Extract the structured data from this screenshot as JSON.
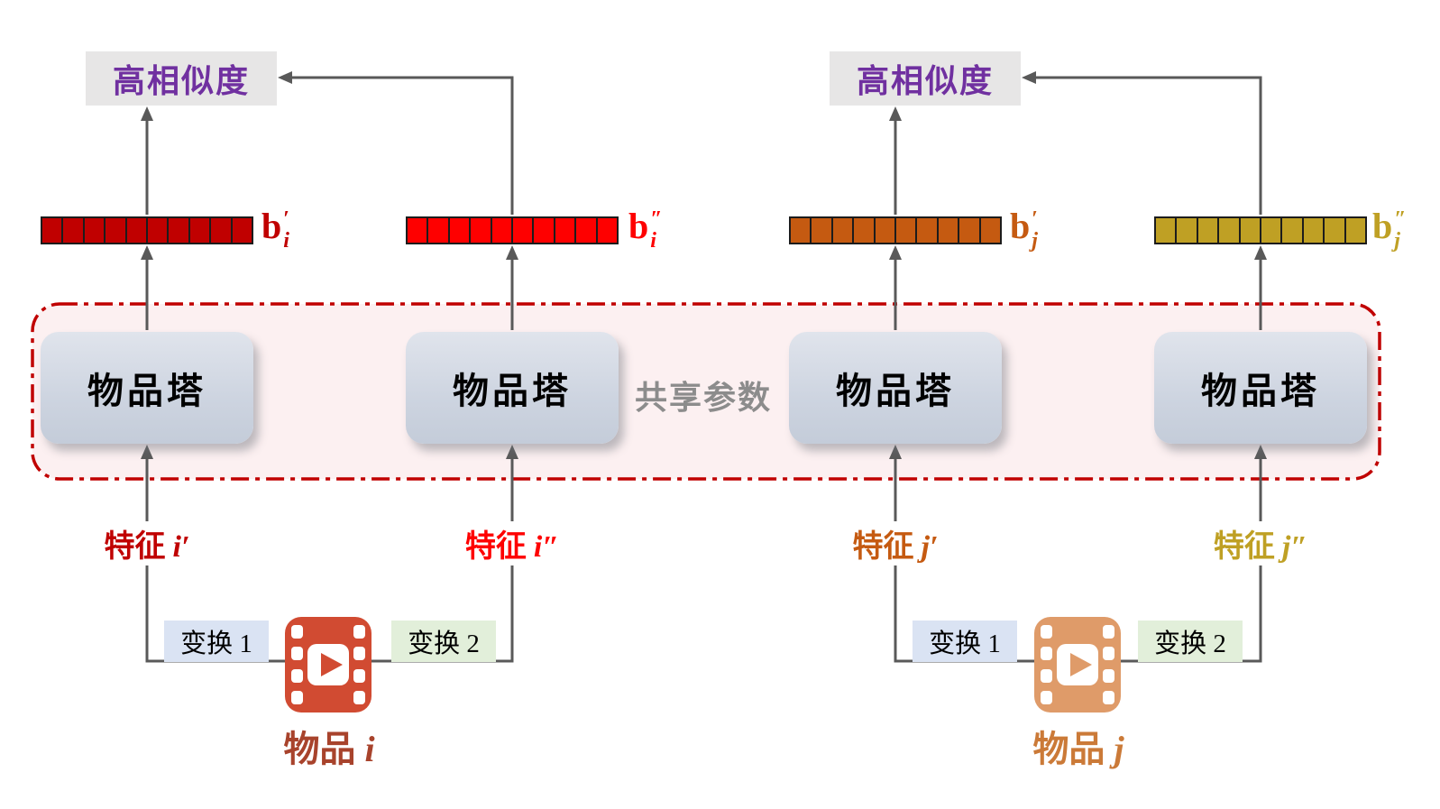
{
  "colors": {
    "arrow": "#595959",
    "region_border": "#c00000",
    "region_fill": "#fcf0f1",
    "similarity_text": "#7030a0",
    "similarity_bg": "#e7e6e6",
    "shared_text": "#8c8c8c",
    "transform1_bg": "#dae3f3",
    "transform2_bg": "#e2efda",
    "tower_bg": "#ccd3df",
    "cell_border": "#1c1c1c"
  },
  "similarity": {
    "label": "高相似度"
  },
  "towers": {
    "label": "物品塔",
    "count": 4
  },
  "shared_params_label": "共享参数",
  "vectors": [
    {
      "base": "b",
      "primes": "′",
      "sub": "i",
      "cells": 10,
      "color": "#c00000"
    },
    {
      "base": "b",
      "primes": "″",
      "sub": "i",
      "cells": 10,
      "color": "#fe0000"
    },
    {
      "base": "b",
      "primes": "′",
      "sub": "j",
      "cells": 10,
      "color": "#c55a11"
    },
    {
      "base": "b",
      "primes": "″",
      "sub": "j",
      "cells": 10,
      "color": "#bfa024"
    }
  ],
  "features": [
    {
      "text": "特征",
      "var": "i",
      "primes": "′",
      "color": "#c00000"
    },
    {
      "text": "特征",
      "var": "i",
      "primes": "″",
      "color": "#fe0000"
    },
    {
      "text": "特征",
      "var": "j",
      "primes": "′",
      "color": "#c55a11"
    },
    {
      "text": "特征",
      "var": "j",
      "primes": "″",
      "color": "#bfa024"
    }
  ],
  "transforms": {
    "t1": "变换 1",
    "t2": "变换 2"
  },
  "items": [
    {
      "text": "物品",
      "var": "i",
      "color": "#a8432c",
      "icon_color": "#d14b32"
    },
    {
      "text": "物品",
      "var": "j",
      "color": "#cb7a38",
      "icon_color": "#df9b69"
    }
  ]
}
